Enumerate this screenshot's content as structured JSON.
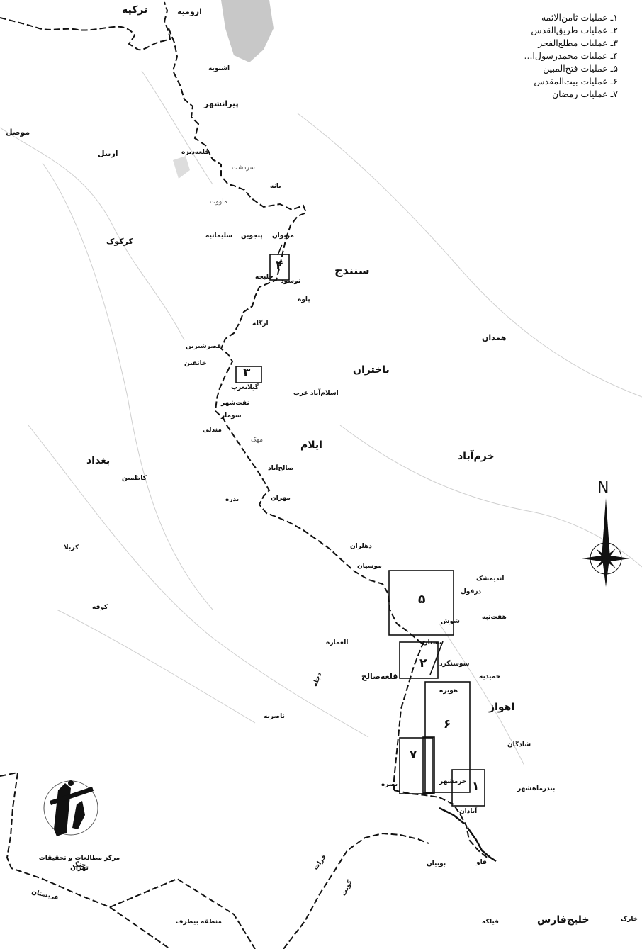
{
  "legend": {
    "items": [
      "۱ـ عملیات ثامن‌الائمه",
      "۲ـ عملیات طریق‌القدس",
      "۳ـ عملیات مطلع‌الفجر",
      "۴ـ عملیات محمدرسول‌ا...",
      "۵ـ عملیات فتح‌المبین",
      "۶ـ عملیات بیت‌المقدس",
      "۷ـ عملیات رمضان"
    ]
  },
  "compass": {
    "north_label": "N"
  },
  "operations": {
    "op1": "۱",
    "op2": "۲",
    "op3": "۳",
    "op4": "۴",
    "op5": "۵",
    "op6": "۶",
    "op7": "۷"
  },
  "places": {
    "turkey": "ترکیه",
    "urmia": "ارومیه",
    "oshnavieh": "اشنویه",
    "piranshahr": "پیرانشهر",
    "mosul": "موصل",
    "erbil": "اربیل",
    "qaladiza": "قلعه‌دیزه",
    "sardasht": "سردشت",
    "baneh": "بانه",
    "mavot": "ماووت",
    "marivan": "مریوان",
    "penjwen": "پنجوین",
    "sulaymaniyah": "سلیمانیه",
    "kirkuk": "کرکوک",
    "sanandaj": "سنندج",
    "nowsud": "نوسود",
    "halabja": "حلبچه",
    "paveh": "پاوه",
    "azgaleh": "ازگله",
    "qasr_shirin": "قصرشیرین",
    "khanaqin": "خانقین",
    "gilan_gharb": "گیلانغرب",
    "bakhtaran": "باختران",
    "hamadan": "همدان",
    "eslamabad": "اسلام‌آباد غرب",
    "naft_shahr": "نفت‌شهر",
    "sumar": "سومار",
    "mandali": "مندلی",
    "mehak": "مهک",
    "ilam": "ایلام",
    "khorramabad": "خرم‌آباد",
    "baghdad": "بغداد",
    "kazimain": "کاظمین",
    "saleh_abad": "صالح‌آباد",
    "mehran": "مهران",
    "badra": "بدره",
    "karbala": "کربلا",
    "dehloran": "دهلران",
    "musian": "موسیان",
    "andimeshk": "اندیمشک",
    "dezful": "دزفول",
    "kufa": "کوفه",
    "shush": "شوش",
    "haft_tappeh": "هفت‌تپه",
    "amarah": "العماره",
    "bostan": "بستان",
    "susangerd": "سوسنگرد",
    "hamidiyeh": "حمیدیه",
    "qaleh_saleh": "قلعه‌صالح",
    "tigris": "دجله",
    "hoveyzeh": "هویزه",
    "ahvaz": "اهواز",
    "nasiriyah": "ناصریه",
    "shadegan": "شادگان",
    "khorramshahr": "خرمشهر",
    "basra": "بصره",
    "bandar_mahshahr": "بندرماهشهر",
    "abadan": "آبادان",
    "faw": "فاو",
    "bubiyan": "بوبیان",
    "euphrates": "فرات",
    "kuwait": "کویت",
    "arabia": "عربستان",
    "neutral_zone": "منطقه بیطرف",
    "persian_gulf": "خلیج‌فارس",
    "failaka": "فیلکه",
    "kharg": "خارک"
  },
  "emblem": {
    "caption_line1": "مرکز مطالعات و تحقیقات جنگ",
    "caption_line2": "تهران"
  }
}
